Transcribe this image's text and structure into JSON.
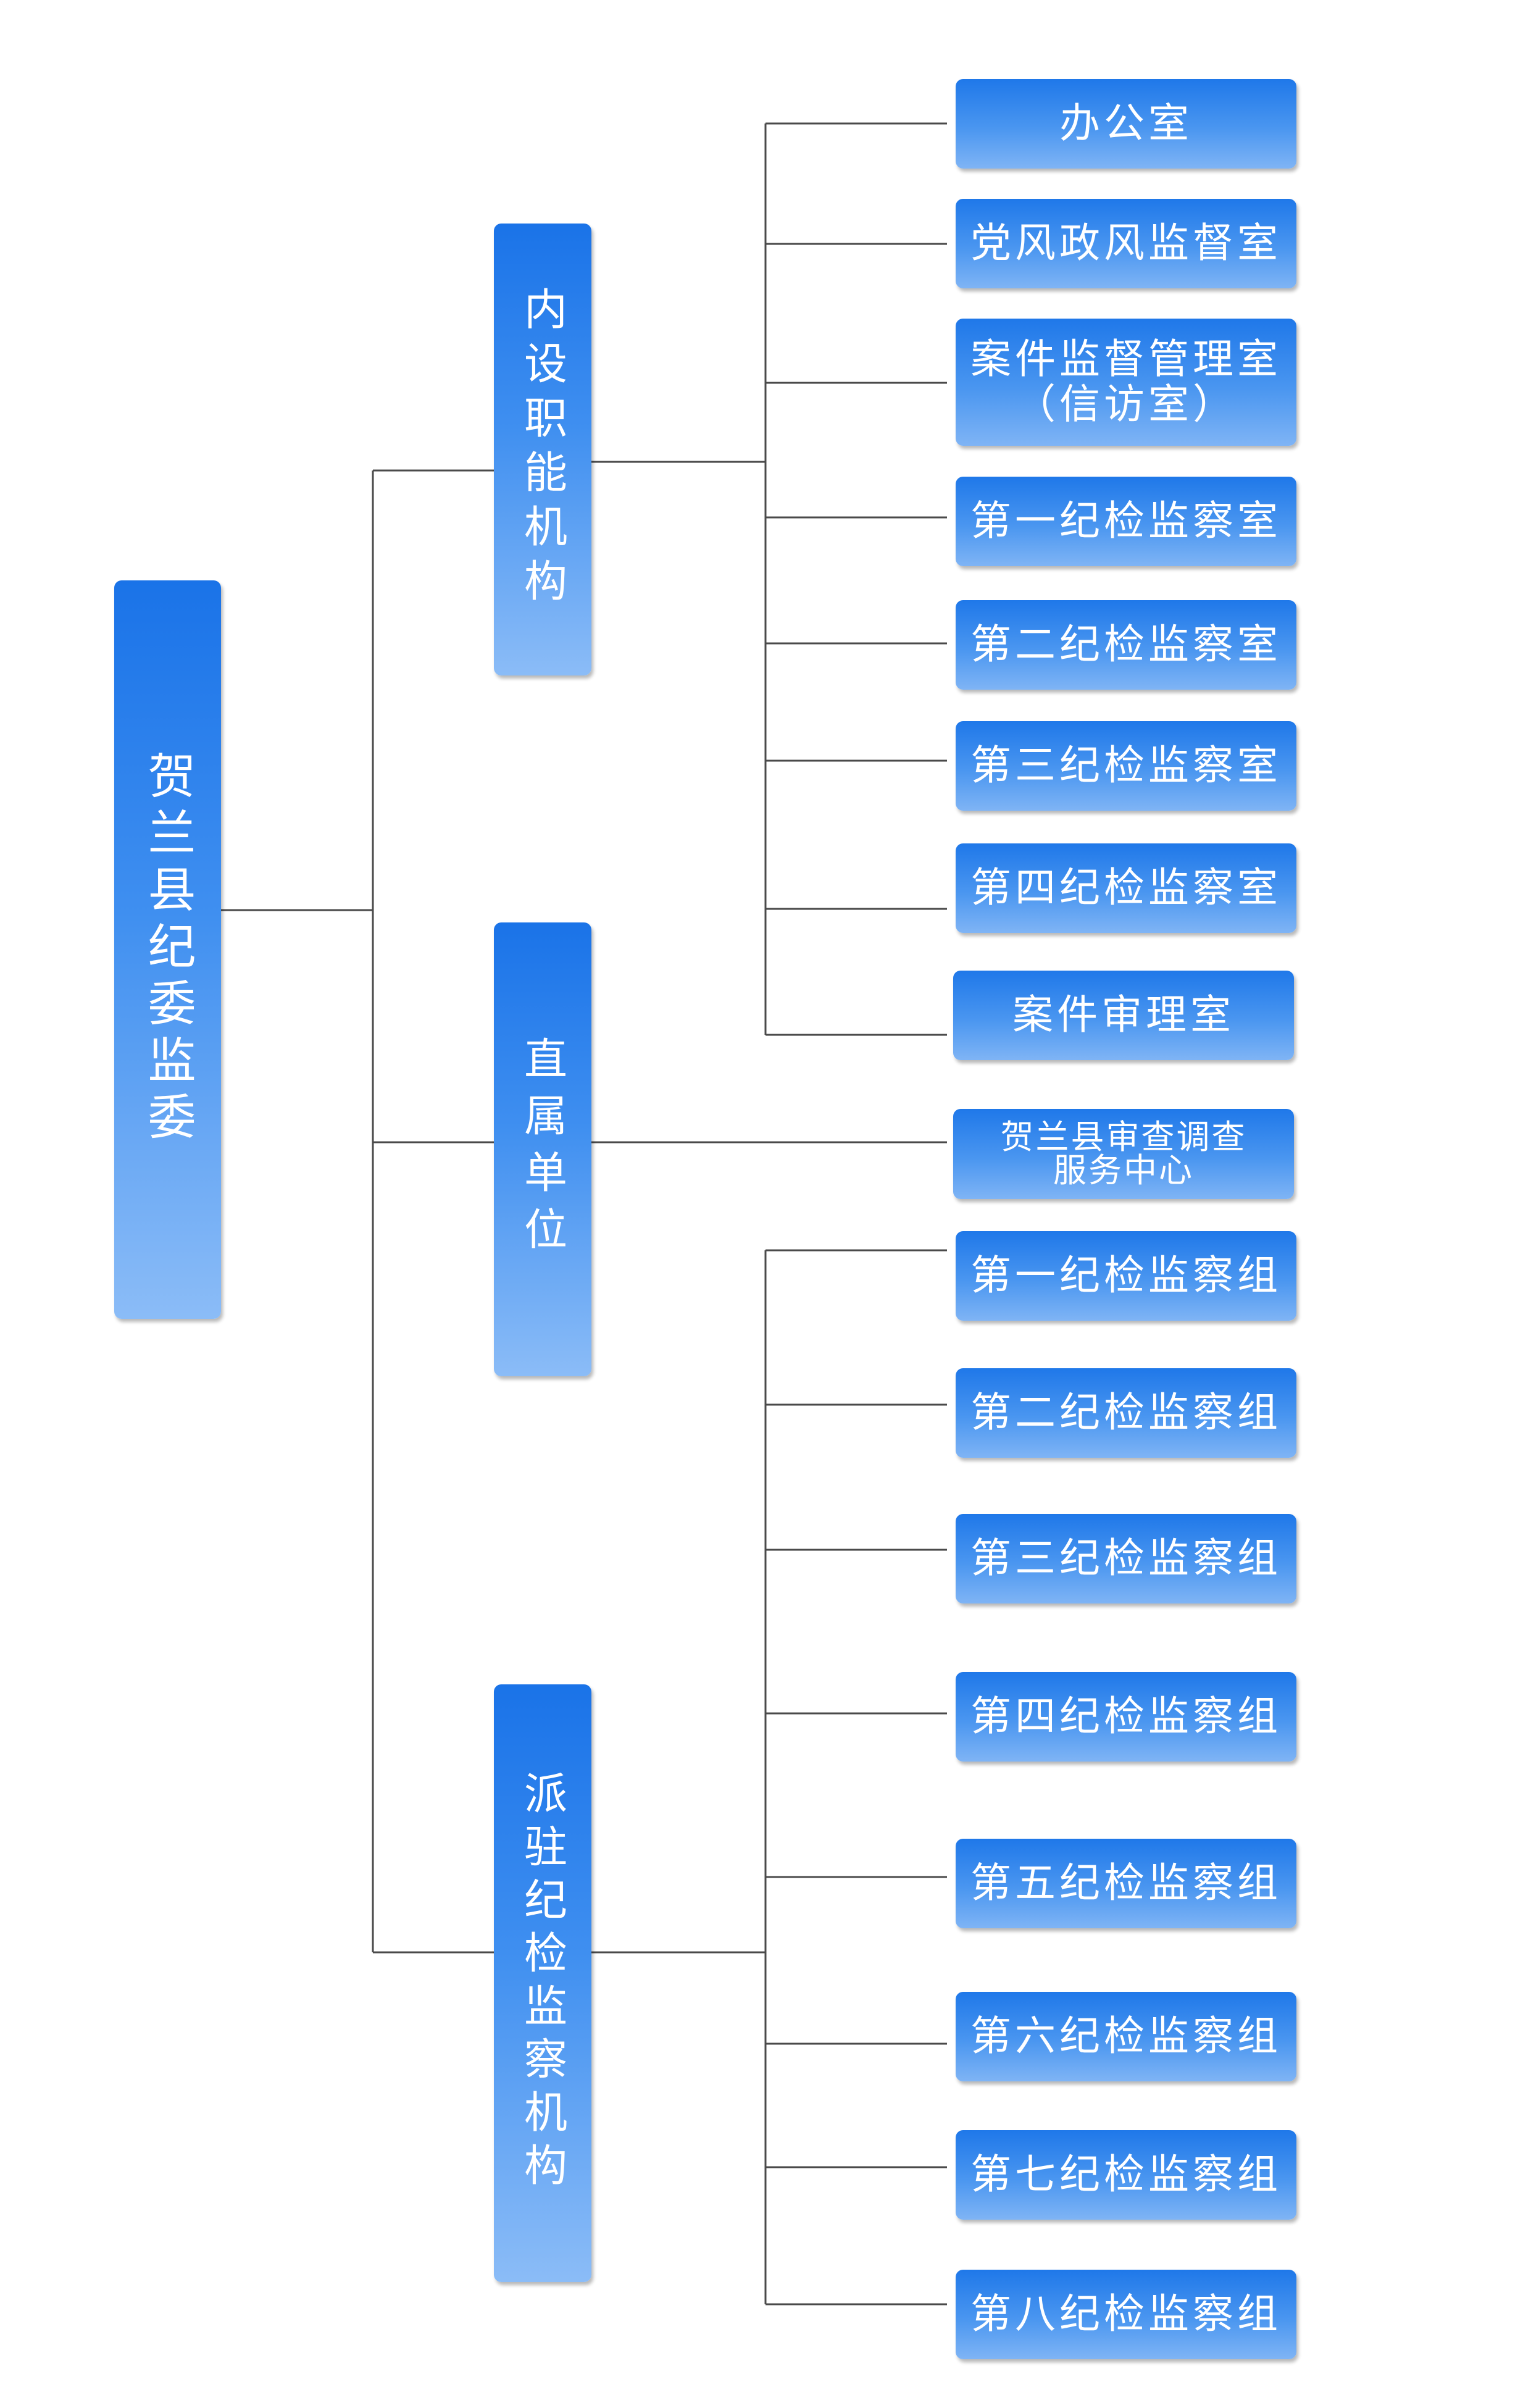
{
  "root": {
    "label": "贺兰县纪委监委"
  },
  "groups": {
    "internal": {
      "label": "内设职能机构",
      "items": [
        "办公室",
        "党风政风监督室",
        "案件监督管理室",
        "（信访室）",
        "第一纪检监察室",
        "第二纪检监察室",
        "第三纪检监察室",
        "第四纪检监察室",
        "案件审理室"
      ]
    },
    "direct": {
      "label": "直属单位",
      "items": [
        "贺兰县审查调查",
        "服务中心"
      ]
    },
    "dispatched": {
      "label": "派驻纪检监察机构",
      "items": [
        "第一纪检监察组",
        "第二纪检监察组",
        "第三纪检监察组",
        "第四纪检监察组",
        "第五纪检监察组",
        "第六纪检监察组",
        "第七纪检监察组",
        "第八纪检监察组"
      ]
    }
  }
}
